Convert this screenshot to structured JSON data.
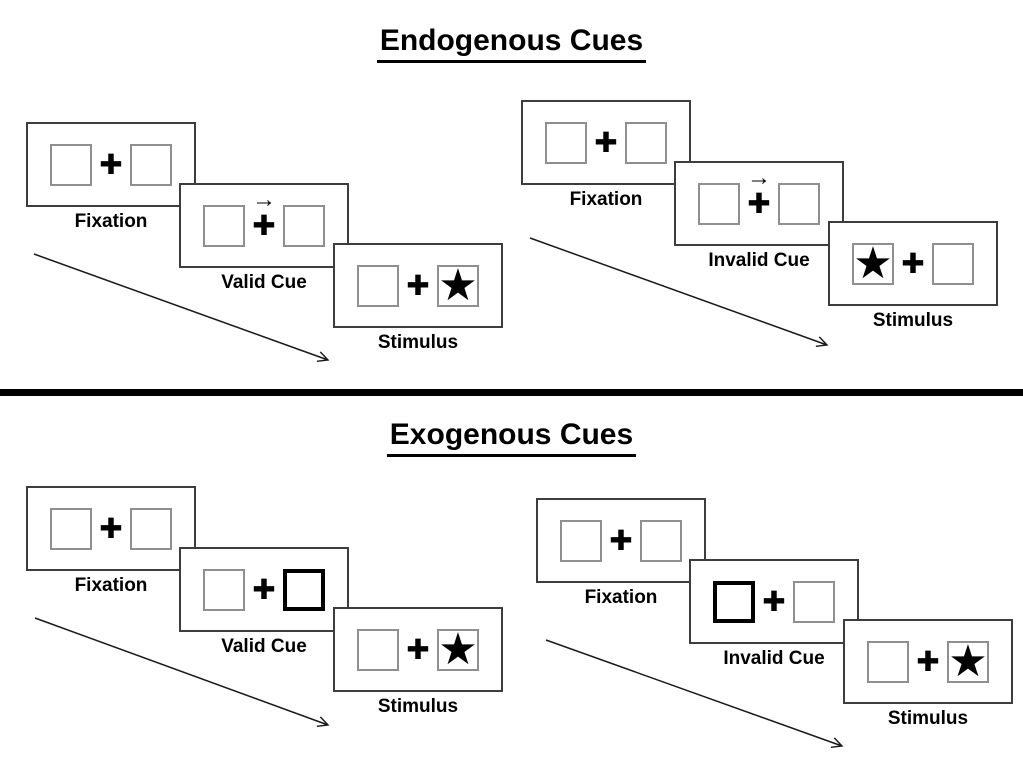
{
  "titles": {
    "endogenous": "Endogenous Cues",
    "exogenous": "Exogenous Cues"
  },
  "symbols": {
    "fixation_cross": "✚",
    "star": "★",
    "cue_arrow": "→"
  },
  "colors": {
    "background": "#ffffff",
    "ink": "#000000",
    "panel_border": "#3d3d3d",
    "square_border": "#8f8f8f",
    "bold_cue_border": "#000000"
  },
  "endogenous": {
    "valid": {
      "fixation": "Fixation",
      "cue": "Valid Cue",
      "stimulus": "Stimulus"
    },
    "invalid": {
      "fixation": "Fixation",
      "cue": "Invalid Cue",
      "stimulus": "Stimulus"
    }
  },
  "exogenous": {
    "valid": {
      "fixation": "Fixation",
      "cue": "Valid Cue",
      "stimulus": "Stimulus"
    },
    "invalid": {
      "fixation": "Fixation",
      "cue": "Invalid Cue",
      "stimulus": "Stimulus"
    }
  }
}
